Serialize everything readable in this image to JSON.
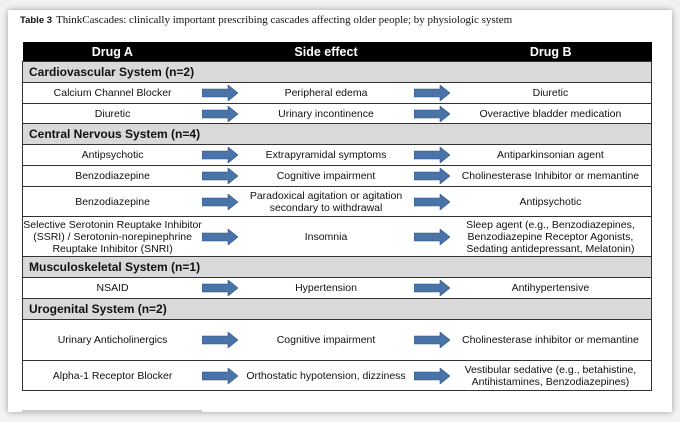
{
  "caption": {
    "label": "Table 3",
    "text": "ThinkCascades: clinically important prescribing cascades affecting older people; by physiologic system"
  },
  "headers": [
    "Drug A",
    "Side effect",
    "Drug B"
  ],
  "arrow_color": "#4a73a8",
  "sections": [
    {
      "title": "Cardiovascular System (n=2)",
      "rows": [
        {
          "a": "Calcium Channel Blocker",
          "effect": "Peripheral edema",
          "b": "Diuretic"
        },
        {
          "a": "Diuretic",
          "effect": "Urinary incontinence",
          "b": "Overactive bladder medication"
        }
      ]
    },
    {
      "title": "Central Nervous System (n=4)",
      "rows": [
        {
          "a": "Antipsychotic",
          "effect": "Extrapyramidal symptoms",
          "b": "Antiparkinsonian agent"
        },
        {
          "a": "Benzodiazepine",
          "effect": "Cognitive impairment",
          "b": "Cholinesterase Inhibitor or memantine"
        },
        {
          "a": "Benzodiazepine",
          "effect": "Paradoxical agitation or agitation secondary to withdrawal",
          "b": "Antipsychotic"
        },
        {
          "a": "Selective Serotonin Reuptake Inhibitor (SSRI) / Serotonin-norepinephrine Reuptake Inhibitor (SNRI)",
          "effect": "Insomnia",
          "b": "Sleep agent (e.g., Benzodiazepines, Benzodiazepine Receptor Agonists, Sedating antidepressant, Melatonin)"
        }
      ]
    },
    {
      "title": "Musculoskeletal System (n=1)",
      "rows": [
        {
          "a": "NSAID",
          "effect": "Hypertension",
          "b": "Antihypertensive"
        }
      ]
    },
    {
      "title": "Urogenital System (n=2)",
      "rows": [
        {
          "a": "Urinary Anticholinergics",
          "effect": "Cognitive impairment",
          "b": "Cholinesterase inhibitor or memantine"
        },
        {
          "a": "Alpha-1 Receptor Blocker",
          "effect": "Orthostatic hypotension, dizziness",
          "b": "Vestibular sedative (e.g., betahistine, Antihistamines, Benzodiazepines)"
        }
      ]
    }
  ]
}
